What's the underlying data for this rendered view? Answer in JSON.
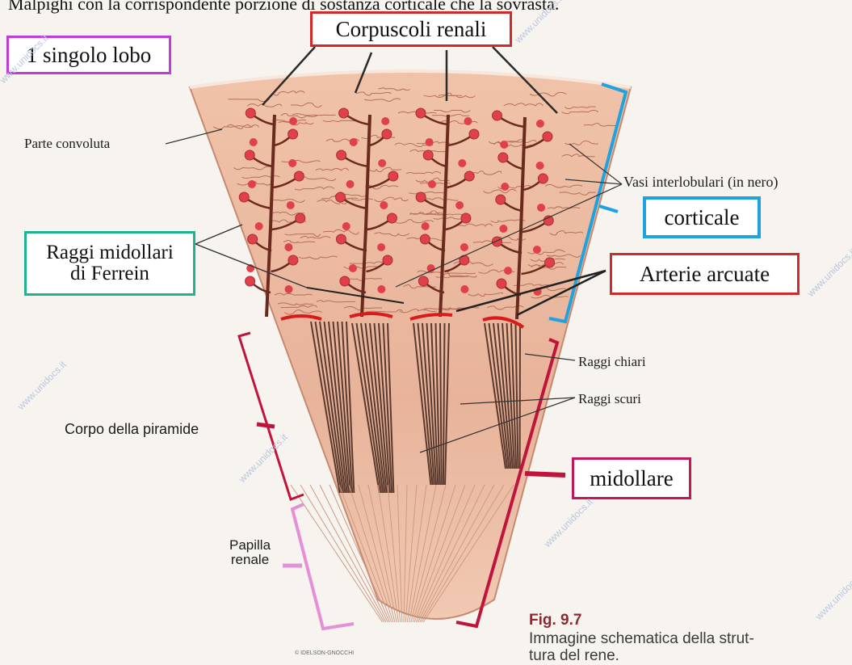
{
  "header_text": "Malpighi con la corrispondente porzione di sostanza corticale che la sovrasta.",
  "boxes": {
    "lobo": "1 singolo lobo",
    "corpuscoli": "Corpuscoli renali",
    "corticale": "corticale",
    "arterie": "Arterie arcuate",
    "raggi_midollari": "Raggi midollari\ndi Ferrein",
    "midollare": "midollare"
  },
  "labels": {
    "parte_convoluta": "Parte convoluta",
    "vasi": "Vasi interlobulari (in nero)",
    "raggi_chiari": "Raggi chiari",
    "raggi_scuri": "Raggi scuri",
    "corpo_piramide": "Corpo della piramide",
    "papilla": "Papilla\nrenale"
  },
  "caption": {
    "title": "Fig. 9.7",
    "text": "Immagine schematica della strut-\ntura del rene."
  },
  "credit": "© IDELSON-GNOCCHI",
  "watermark": "www.unidocs.it",
  "colors": {
    "box_magenta": "#c03bd8",
    "box_red": "#d12a2a",
    "box_blue": "#1fa3e0",
    "box_green": "#20b28f",
    "box_crimson": "#c2185b",
    "bracket_blue": "#1fa3e0",
    "bracket_red": "#c0143c",
    "bracket_pink": "#e58fd6",
    "tissue": "#e8b49a",
    "vessel": "#6b2a1e",
    "corpuscle": "#e0404a"
  }
}
